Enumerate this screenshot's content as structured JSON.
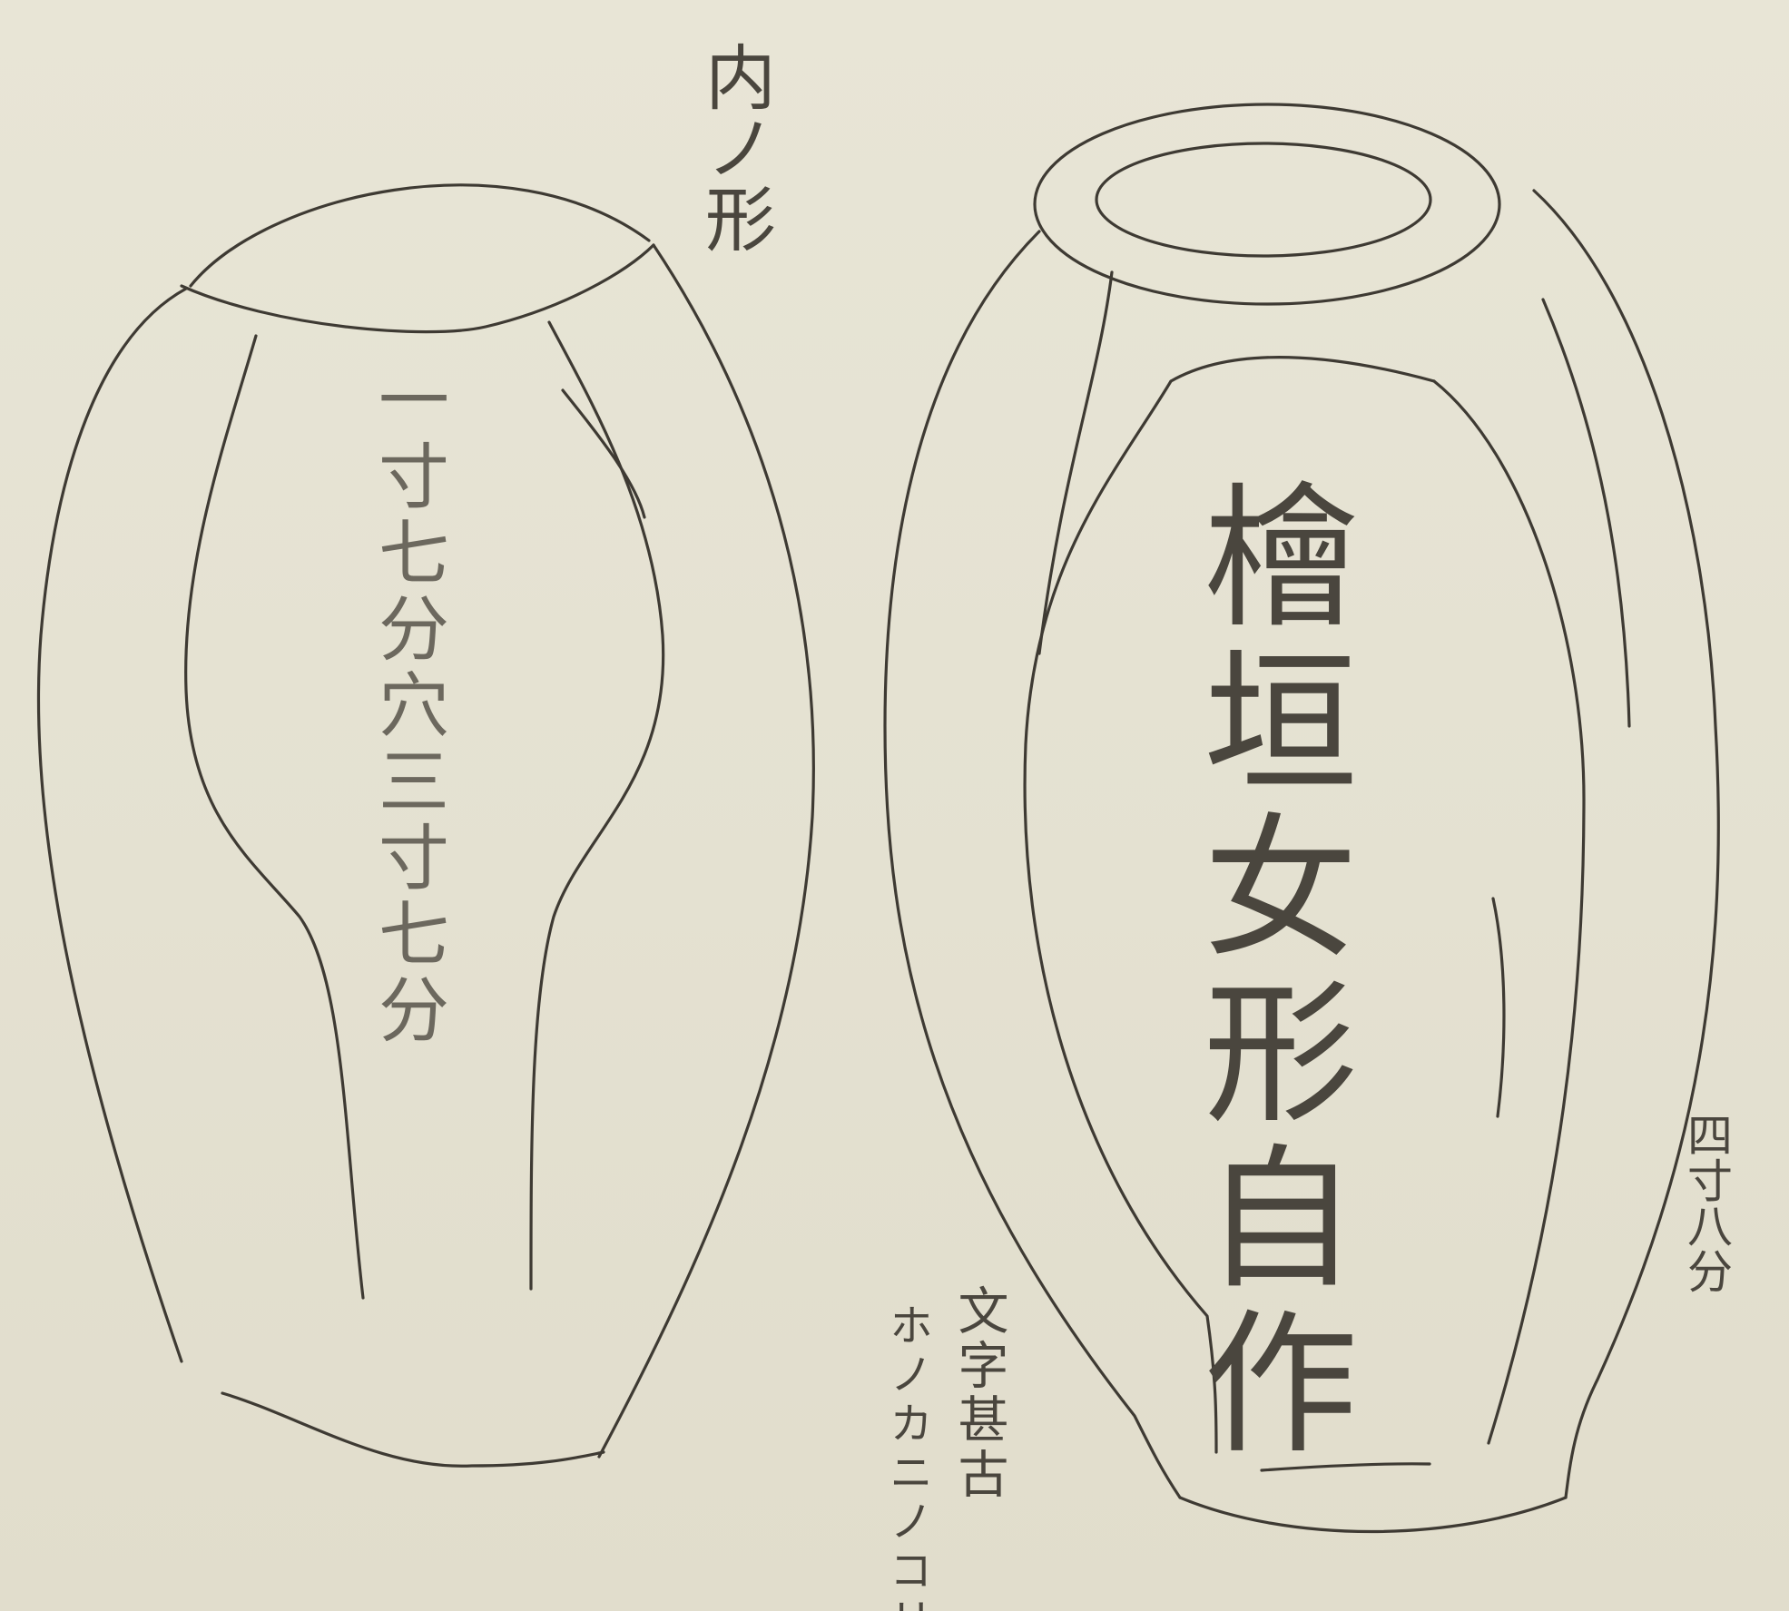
{
  "labels": {
    "inner_shape": "内ノ形",
    "left_measure": "一寸七分穴三寸七分",
    "main_inscription": "檜垣女形自作",
    "right_measure": "四寸八分",
    "note_col_1": "文字甚古",
    "note_col_2": "ホノカニノコリ"
  },
  "colors": {
    "paper": "#e6e3d3",
    "ink": "#3e3a33"
  }
}
